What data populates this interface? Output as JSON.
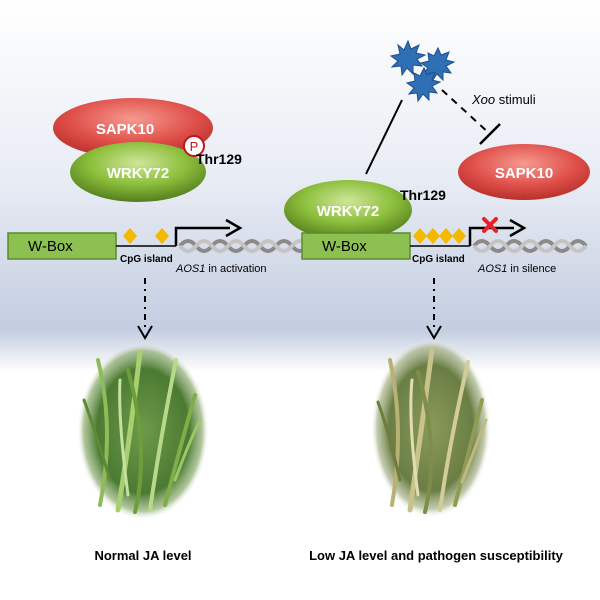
{
  "left_panel": {
    "sapk_label": "SAPK10",
    "phospho_symbol": "P",
    "thr_label": "Thr129",
    "wrky_label": "WRKY72",
    "wbox_label": "W-Box",
    "cpg_label": "CpG island",
    "gene_italic": "AOS1",
    "gene_state": " in activation",
    "caption": "Normal JA level"
  },
  "right_panel": {
    "stimuli_italic": "Xoo",
    "stimuli_text": " stimuli",
    "sapk_label": "SAPK10",
    "thr_label": "Thr129",
    "wrky_label": "WRKY72",
    "wbox_label": "W-Box",
    "cpg_label": "CpG island",
    "gene_italic": "AOS1",
    "gene_state": " in silence",
    "caption": "Low JA level and pathogen susceptibility"
  },
  "colors": {
    "sapk": "#e0504a",
    "wrky": "#74a82c",
    "wbox": "#8cc152",
    "cpg_diamond": "#f5b800",
    "block_x": "#e8202a",
    "phospho": "#c0161e",
    "xoo": "#2f6fb5"
  }
}
